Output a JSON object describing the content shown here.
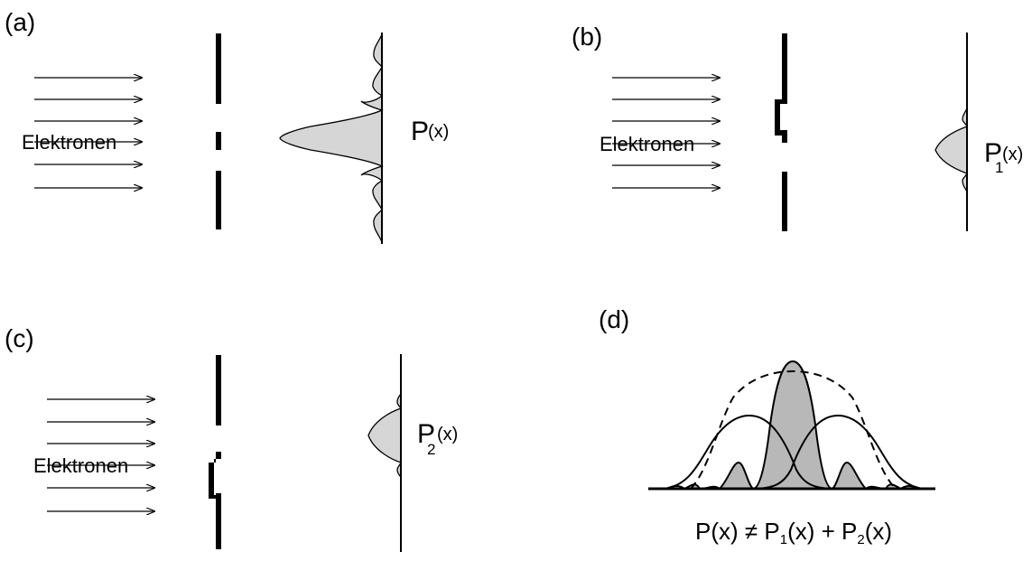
{
  "panels": {
    "a": {
      "label": "(a)",
      "beam_label": "Elektronen",
      "arrow_count": 6,
      "prob_main": "P",
      "prob_arg": "(x)"
    },
    "b": {
      "label": "(b)",
      "beam_label": "Elektronen",
      "arrow_count": 6,
      "prob_main": "P",
      "prob_sub": "1",
      "prob_arg": "(x)"
    },
    "c": {
      "label": "(c)",
      "beam_label": "Elektronen",
      "arrow_count": 6,
      "prob_main": "P",
      "prob_sub": "2",
      "prob_arg": "(x)"
    },
    "d": {
      "label": "(d)",
      "eq_part1": "P(x) ≠ P",
      "eq_sub1": "1",
      "eq_part2": "(x) + P",
      "eq_sub2": "2",
      "eq_part3": "(x)"
    }
  },
  "colors": {
    "fill": "#d6d6d6",
    "stroke": "#000000"
  }
}
